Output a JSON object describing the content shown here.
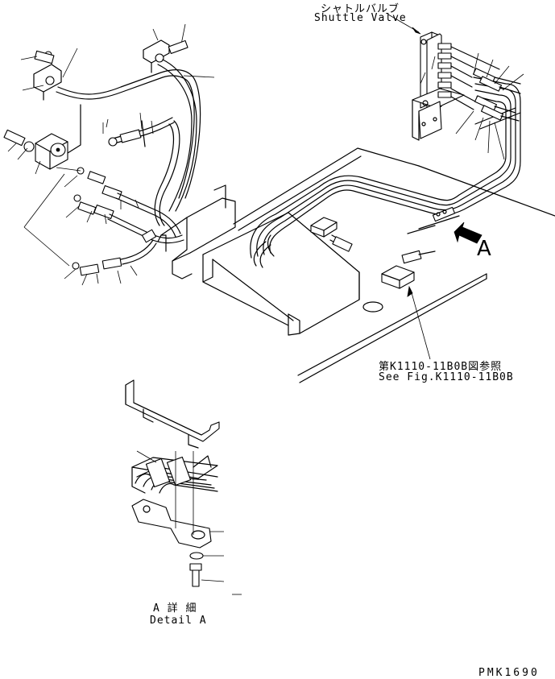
{
  "labels": {
    "shuttle_valve_jp": "シャトルバルブ",
    "shuttle_valve_en": "Shuttle Valve",
    "view_arrow": "A",
    "ref_jp": "第K1110-11B0B図参照",
    "ref_en": "See Fig.K1110-11B0B",
    "detail_jp": "A 詳 細",
    "detail_en": "Detail A",
    "drawing_no": "PMK1690"
  }
}
